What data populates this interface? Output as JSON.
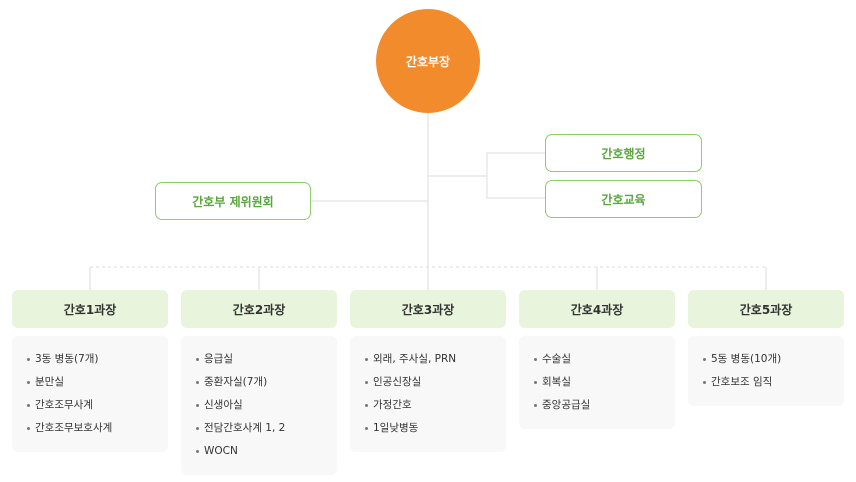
{
  "chart_data": {
    "type": "org-chart",
    "root": "간호부장",
    "staff_right": [
      "간호행정",
      "간호교육"
    ],
    "staff_left": "간호부 제위원회",
    "departments": [
      {
        "name": "간호1과장",
        "items": [
          "3동 병동(7개)",
          "분만실",
          "간호조무사계",
          "간호조무보호사계"
        ]
      },
      {
        "name": "간호2과장",
        "items": [
          "응급실",
          "중환자실(7개)",
          "신생아실",
          "전담간호사계 1, 2",
          "WOCN"
        ]
      },
      {
        "name": "간호3과장",
        "items": [
          "외래, 주사실, PRN",
          "인공신장실",
          "가정간호",
          "1일낮병동"
        ]
      },
      {
        "name": "간호4과장",
        "items": [
          "수술실",
          "회복실",
          "중앙공급실"
        ]
      },
      {
        "name": "간호5과장",
        "items": [
          "5동 병동(10개)",
          "간호보조 임직"
        ]
      }
    ]
  },
  "colors": {
    "root": "#f28b2c",
    "staff_border": "#8fcc6a",
    "staff_text": "#5aa63c",
    "dept_header": "#e8f5dc",
    "dept_list": "#f8f8f8",
    "line": "#dddddd"
  }
}
